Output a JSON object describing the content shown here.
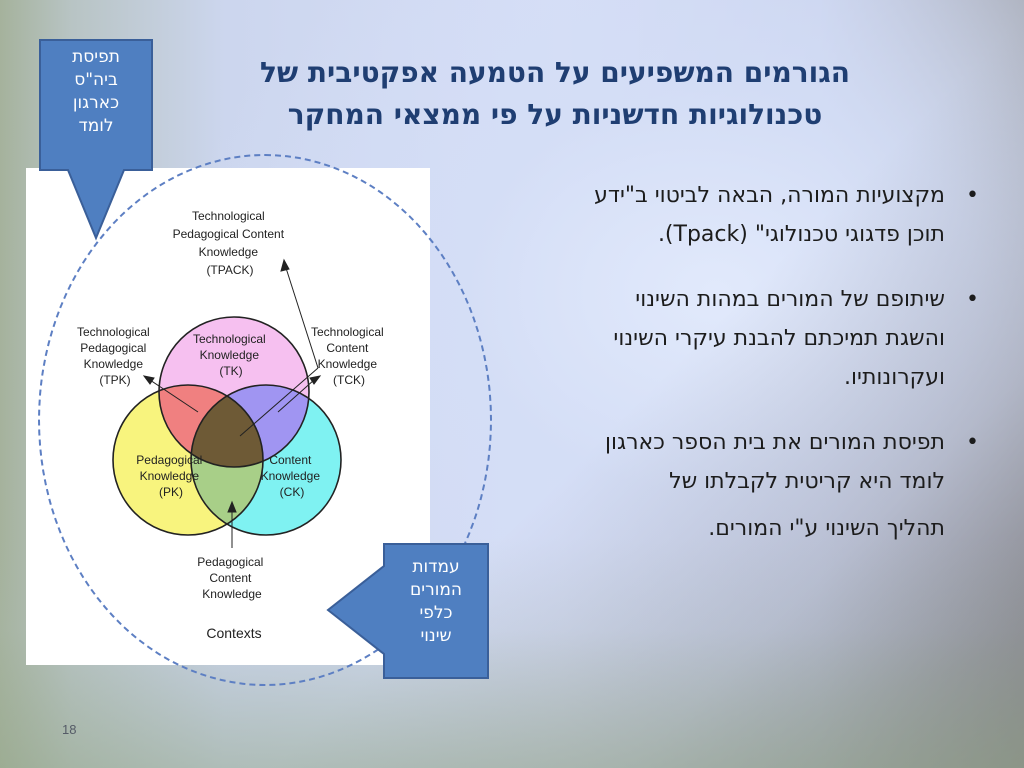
{
  "slide": {
    "title_lines": [
      "הגורמים המשפיעים על הטמעה אפקטיבית של",
      "טכנולוגיות חדשניות על פי ממצאי המחקר"
    ],
    "bullets": [
      {
        "lines": [
          "מקצועיות המורה, הבאה לביטוי ב\"ידע",
          "תוכן פדגוגי טכנולוגי\" (Tpack)."
        ]
      },
      {
        "lines": [
          "שיתופם של המורים במהות השינוי",
          "והשגת תמיכתם להבנת עיקרי השינוי",
          "ועקרונותיו."
        ]
      },
      {
        "lines": [
          "תפיסת המורים את בית הספר כארגון",
          "לומד היא קריטית לקבלתו של",
          "תהליך השינוי ע\"י המורים."
        ]
      }
    ],
    "page_number": "18"
  },
  "callouts": {
    "top": {
      "lines": [
        "תפיסת",
        "ביה\"ס",
        "כארגון",
        "לומד"
      ]
    },
    "bottom": {
      "lines": [
        "עמדות",
        "המורים",
        "כלפי",
        "שינוי"
      ]
    }
  },
  "diagram": {
    "tpack": [
      "Technological",
      "Pedagogical Content",
      "Knowledge",
      "(TPACK)"
    ],
    "tpk": [
      "Technological",
      "Pedagogical",
      "Knowledge",
      "(TPK)"
    ],
    "tck": [
      "Technological",
      "Content",
      "Knowledge",
      "(TCK)"
    ],
    "tk": [
      "Technological",
      "Knowledge",
      "(TK)"
    ],
    "pk": [
      "Pedagogical",
      "Knowledge",
      "(PK)"
    ],
    "ck": [
      "Content",
      "Knowledge",
      "(CK)"
    ],
    "pck": [
      "Pedagogical",
      "Content",
      "Knowledge"
    ],
    "contexts": "Contexts"
  },
  "colors": {
    "title": "#1f3e72",
    "callout_fill": "#4f7fc1",
    "callout_stroke": "#3a5f99",
    "ring": "#5d7fc3",
    "tk": "#f6c0f0",
    "pk": "#f8f47e",
    "ck": "#7ff2f2",
    "tpk": "#f08080",
    "tck": "#a095f2",
    "pck": "#a8cf88",
    "tpack": "#6e5a36"
  }
}
